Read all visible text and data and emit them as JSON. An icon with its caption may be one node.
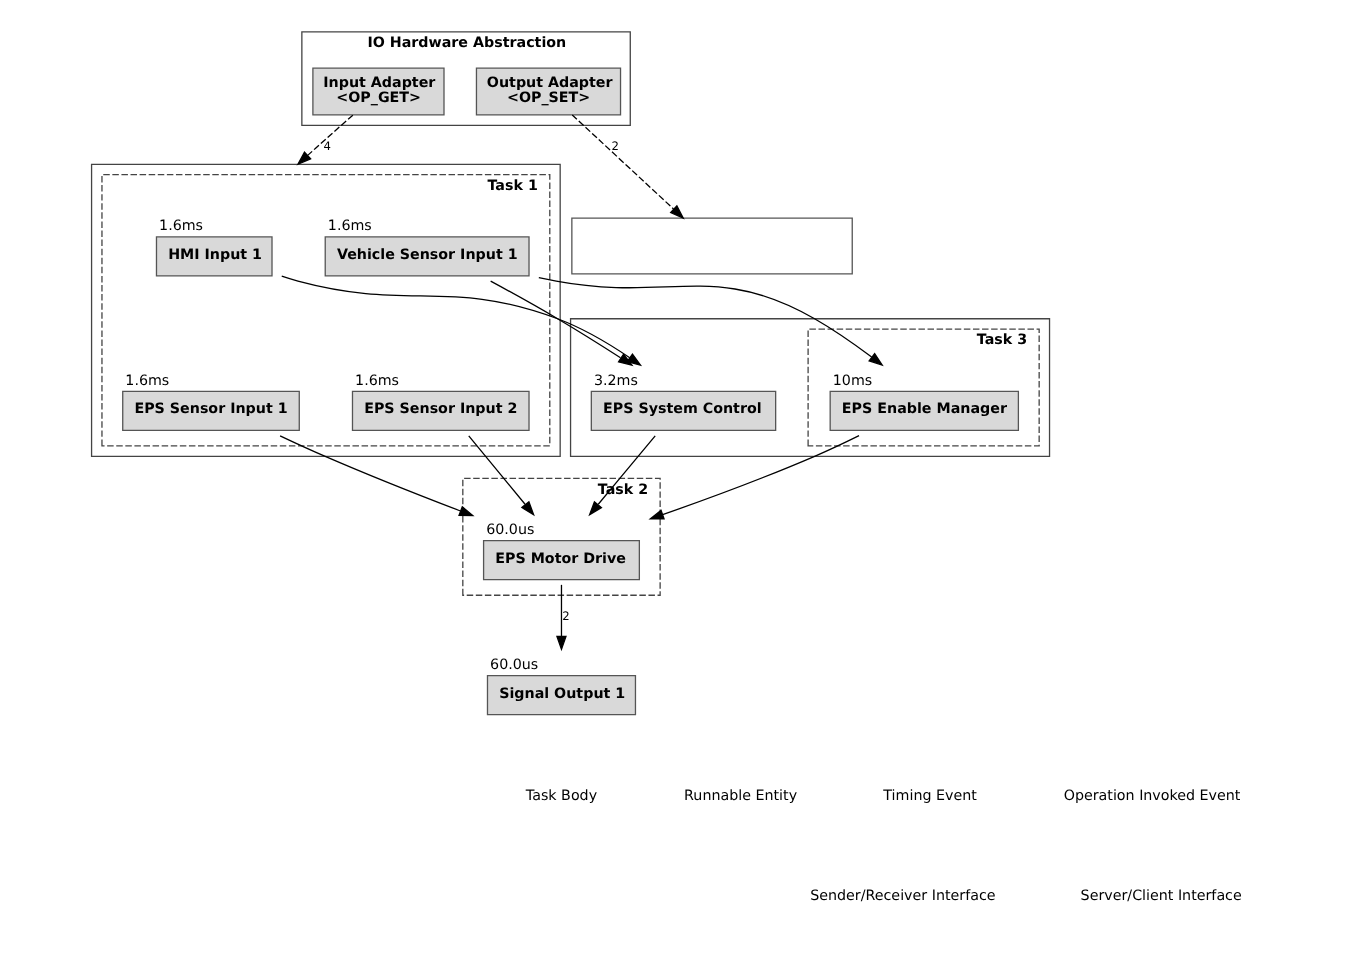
{
  "diagram": {
    "nodes": [
      {
        "text": [
          "IO Hardware Abstraction"
        ]
      },
      {
        "text": [
          "Input Adapter",
          "<OP_GET>"
        ],
        "in": 0
      },
      {
        "text": [
          "Output Adapter",
          "<OP_SET>"
        ],
        "in": 0
      },
      {
        "text": [],
        "shape": "box"
      },
      {
        "text": [
          "Task 1"
        ],
        "in": 3
      },
      {
        "text": [
          "HMI Input 1"
        ],
        "in": 4,
        "beside": [
          "1.6ms"
        ]
      },
      {
        "text": [
          "EPS Sensor Input 1"
        ],
        "in": 4,
        "beside": [
          "1.6ms"
        ]
      },
      {
        "text": [
          "EPS Sensor Input 2"
        ],
        "in": 4,
        "beside": [
          "1.6ms"
        ]
      },
      {
        "text": [
          "Vehicle Sensor Input 1"
        ],
        "in": 4,
        "beside": [
          "1.6ms"
        ]
      },
      {
        "text": [],
        "shape": "box"
      },
      {
        "text": [
          "EPS System Control"
        ],
        "in": 9,
        "beside": [
          "3.2ms"
        ]
      },
      {
        "text": [
          "Task 2"
        ]
      },
      {
        "text": [
          "EPS Motor Drive"
        ],
        "in": 11,
        "beside": [
          "60.0us"
        ]
      },
      {
        "text": [
          "Task 3"
        ],
        "in": 9
      },
      {
        "text": [
          "EPS Enable Manager"
        ],
        "in": 13,
        "beside": [
          "10ms"
        ]
      },
      {
        "text": [],
        "shape": "box"
      },
      {
        "text": [
          "Signal Output 1"
        ],
        "beside": [
          "60.0us"
        ]
      }
    ],
    "edges": [
      {
        "from": 1,
        "to": 3,
        "arrow": "to",
        "label": "4",
        "style": "dashed"
      },
      {
        "from": 5,
        "to": 10,
        "arrow": "to"
      },
      {
        "from": 8,
        "to": 10,
        "arrow": "to"
      },
      {
        "from": 8,
        "to": 14,
        "arrow": "to"
      },
      {
        "from": 6,
        "to": 12,
        "arrow": "to"
      },
      {
        "from": 7,
        "to": 12,
        "arrow": "to"
      },
      {
        "from": 10,
        "to": 12,
        "arrow": "to"
      },
      {
        "from": 14,
        "to": 12,
        "arrow": "to"
      },
      {
        "from": 12,
        "to": 16,
        "arrow": "to",
        "label": "2"
      },
      {
        "from": 2,
        "to": 15,
        "arrow": "to",
        "label": "2",
        "style": "dashed"
      }
    ],
    "legend": [
      {
        "text": "Task Body"
      },
      {
        "text": "Runnable Entity"
      },
      {
        "text": "Timing Event"
      },
      {
        "text": "Operation Invoked Event"
      },
      {
        "text": "Sender/Receiver Interface"
      },
      {
        "text": "Server/Client Interface"
      }
    ]
  }
}
